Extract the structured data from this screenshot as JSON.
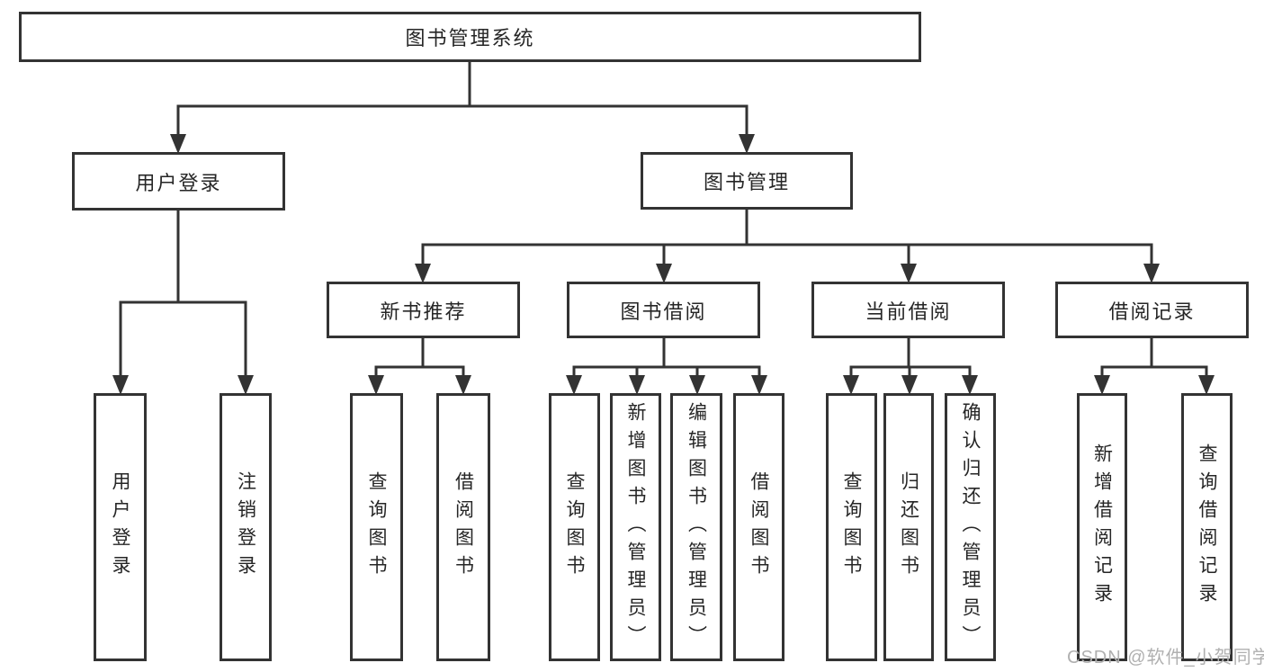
{
  "diagram_title": "图书管理系统",
  "tree": {
    "label": "图书管理系统",
    "children": [
      {
        "label": "用户登录",
        "children": [
          {
            "label": "用户登录"
          },
          {
            "label": "注销登录"
          }
        ]
      },
      {
        "label": "图书管理",
        "children": [
          {
            "label": "新书推荐",
            "children": [
              {
                "label": "查询图书"
              },
              {
                "label": "借阅图书"
              }
            ]
          },
          {
            "label": "图书借阅",
            "children": [
              {
                "label": "查询图书"
              },
              {
                "label": "新增图书（管理员）"
              },
              {
                "label": "编辑图书（管理员）"
              },
              {
                "label": "借阅图书"
              }
            ]
          },
          {
            "label": "当前借阅",
            "children": [
              {
                "label": "查询图书"
              },
              {
                "label": "归还图书"
              },
              {
                "label": "确认归还（管理员）"
              }
            ]
          },
          {
            "label": "借阅记录",
            "children": [
              {
                "label": "新增借阅记录"
              },
              {
                "label": "查询借阅记录"
              }
            ]
          }
        ]
      }
    ]
  },
  "watermark": {
    "text": "CSDN @软件_小贺同学"
  },
  "colors": {
    "line": "#333333",
    "text": "#262626",
    "watermark": "#b0b0b0",
    "background": "#ffffff"
  }
}
